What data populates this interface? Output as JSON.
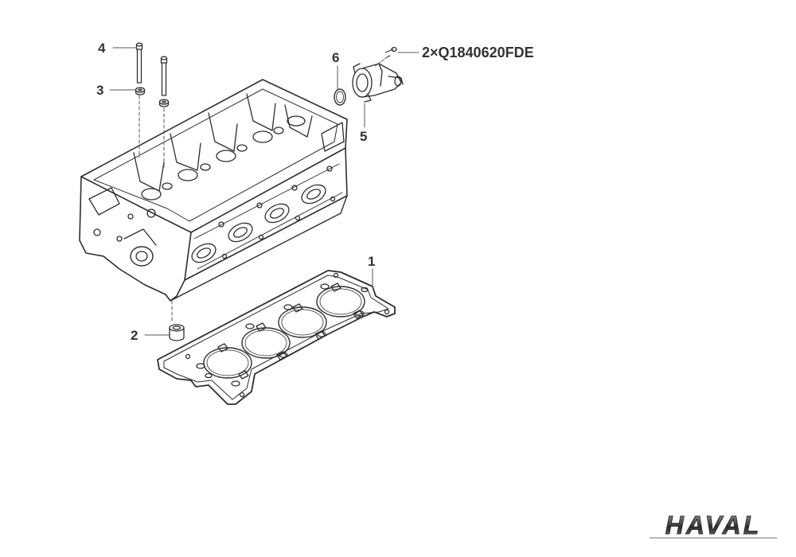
{
  "callouts": {
    "c1": "1",
    "c2": "2",
    "c3": "3",
    "c4": "4",
    "c5": "5",
    "c6": "6"
  },
  "part_note": "2×Q1840620FDE",
  "brand": {
    "logo_text": "HAVAL",
    "logo_color": "#6b6b6b"
  },
  "colors": {
    "line": "#2e2e2e",
    "leader": "#555555"
  }
}
